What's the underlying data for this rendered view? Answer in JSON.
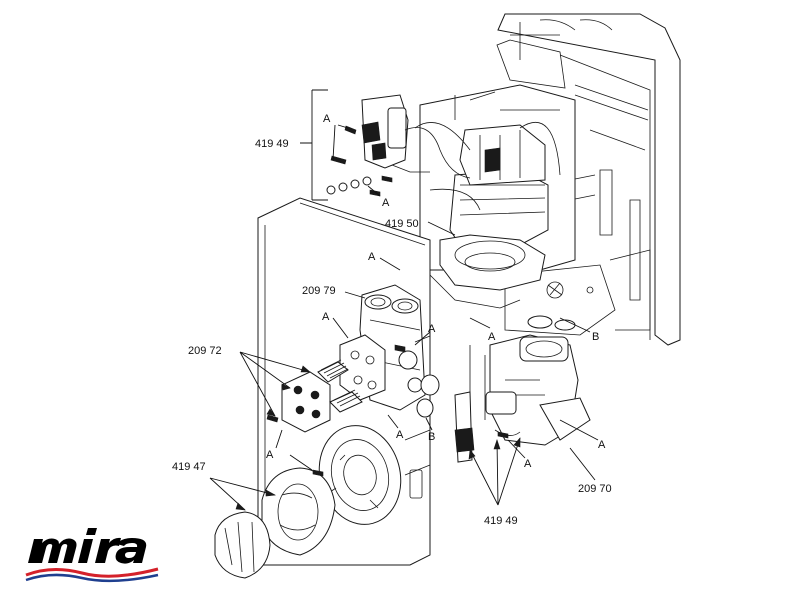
{
  "brand": {
    "name": "mira",
    "colors": {
      "text": "#000000",
      "wave_red": "#d4212a",
      "wave_blue": "#1f3f8f"
    }
  },
  "callouts": {
    "c419_49_top": "419 49",
    "c419_50": "419 50",
    "c209_79": "209 79",
    "c209_72": "209 72",
    "c419_47": "419 47",
    "c419_49_bottom": "419 49",
    "c209_70": "209 70",
    "a1": "A",
    "a2": "A",
    "a3": "A",
    "a4": "A",
    "a5": "A",
    "a6": "A",
    "a7": "A",
    "a8": "A",
    "a9": "A",
    "a10": "A",
    "b1": "B",
    "b2": "B"
  },
  "colors": {
    "line": "#1a1a1a",
    "background": "#ffffff"
  }
}
